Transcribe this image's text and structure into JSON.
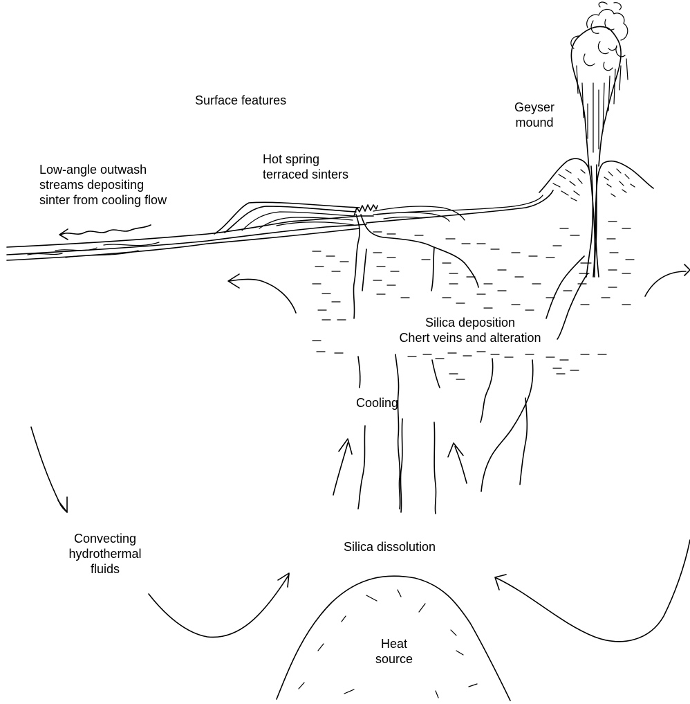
{
  "labels": {
    "surface_features": "Surface features",
    "geyser_mound": [
      "Geyser",
      "mound"
    ],
    "hot_spring": [
      "Hot spring",
      "terraced sinters"
    ],
    "outwash": [
      "Low-angle outwash",
      "streams depositing",
      "sinter from cooling flow"
    ],
    "silica_deposition": [
      "Silica deposition",
      "Chert veins and alteration"
    ],
    "cooling": "Cooling",
    "convecting": [
      "Convecting",
      "hydrothermal",
      "fluids"
    ],
    "silica_dissolution": "Silica dissolution",
    "heat_source": [
      "Heat",
      "source"
    ]
  },
  "colors": {
    "ink": "#000000",
    "background": "#ffffff"
  }
}
